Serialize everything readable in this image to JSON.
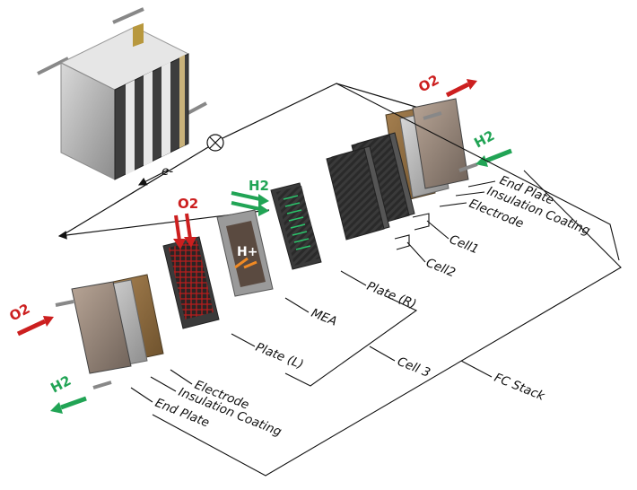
{
  "labels": {
    "end_plate_right": "End Plate",
    "insulation_right": "Insulation Coating",
    "electrode_right": "Electrode",
    "cell1": "Cell1",
    "cell2": "Cell2",
    "plate_r": "Plate (R)",
    "mea": "MEA",
    "plate_l": "Plate (L)",
    "cell3": "Cell 3",
    "fc_stack": "FC Stack",
    "electrode_left": "Electrode",
    "insulation_left": "Insulation Coating",
    "end_plate_left": "End Plate",
    "electron": "e-",
    "proton": "H+"
  },
  "gases": {
    "o2_top_right": "O2",
    "h2_right": "H2",
    "o2_center": "O2",
    "h2_center": "H2",
    "o2_left": "O2",
    "h2_left": "H2"
  },
  "colors": {
    "oxygen_arrow": "#cc1f1f",
    "hydrogen_arrow": "#21a455",
    "carbon_plate": "#2b2b2b",
    "copper_plate": "#8a6a3f",
    "end_plate": "#8c8a87"
  }
}
